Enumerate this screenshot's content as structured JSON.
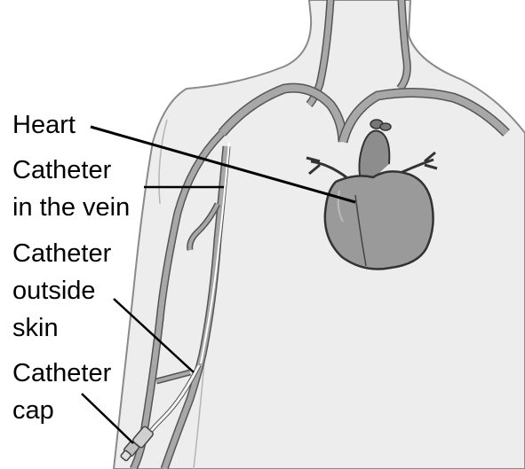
{
  "labels": {
    "heart": "Heart",
    "catheter_in_vein_1": "Catheter",
    "catheter_in_vein_2": "in the vein",
    "catheter_outside_1": "Catheter",
    "catheter_outside_2": "outside",
    "catheter_outside_3": "skin",
    "catheter_cap_1": "Catheter",
    "catheter_cap_2": "cap"
  },
  "colors": {
    "body_fill": "#ededed",
    "body_outline": "#8a8a8a",
    "vein_fill": "#a8a8a8",
    "vein_outline": "#555555",
    "heart_fill": "#9a9a9a",
    "heart_outline": "#333333",
    "leader_line": "#000000"
  }
}
